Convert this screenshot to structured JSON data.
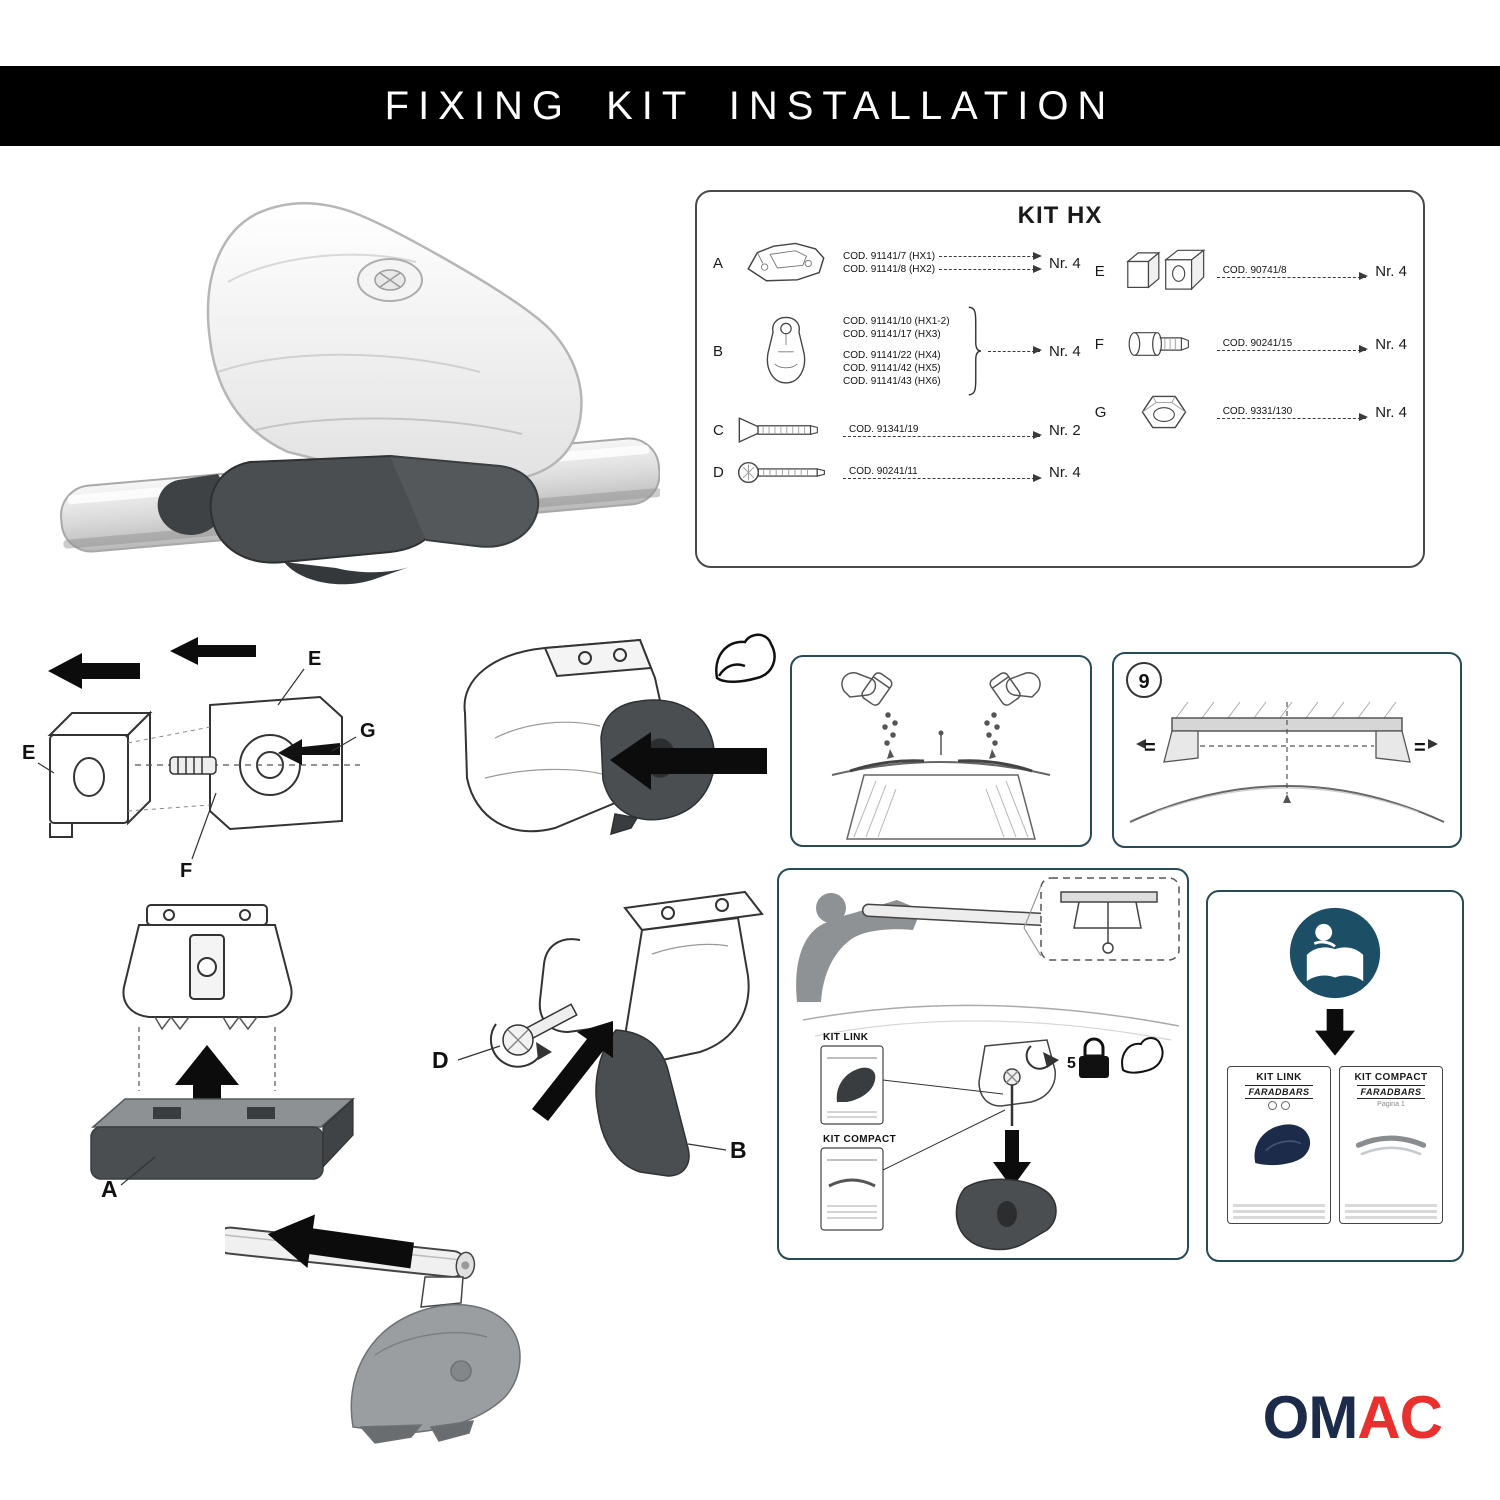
{
  "header": {
    "title": "FIXING KIT INSTALLATION"
  },
  "kit_box": {
    "title": "KIT HX",
    "parts": [
      {
        "letter": "A",
        "codes": [
          "COD. 91141/7  (HX1)",
          "COD. 91141/8  (HX2)"
        ],
        "qty": "Nr. 4"
      },
      {
        "letter": "B",
        "codes": [
          "COD. 91141/10 (HX1-2)",
          "COD. 91141/17 (HX3)",
          "COD. 91141/22 (HX4)",
          "COD. 91141/42 (HX5)",
          "COD. 91141/43 (HX6)"
        ],
        "qty": "Nr. 4"
      },
      {
        "letter": "C",
        "codes": [
          "COD. 91341/19"
        ],
        "qty": "Nr. 2"
      },
      {
        "letter": "D",
        "codes": [
          "COD. 90241/11"
        ],
        "qty": "Nr. 4"
      },
      {
        "letter": "E",
        "codes": [
          "COD. 90741/8"
        ],
        "qty": "Nr. 4"
      },
      {
        "letter": "F",
        "codes": [
          "COD. 90241/15"
        ],
        "qty": "Nr. 4"
      },
      {
        "letter": "G",
        "codes": [
          "COD. 9331/130"
        ],
        "qty": "Nr. 4"
      }
    ]
  },
  "diagrams": {
    "exploded": {
      "label_e_right": "E",
      "label_g": "G",
      "label_f": "F",
      "label_e_left": "E"
    },
    "step9": {
      "number": "9",
      "equals": "="
    },
    "foot_base": {
      "label_a": "A"
    },
    "foot_assembly": {
      "label_d": "D",
      "label_b": "B"
    }
  },
  "install": {
    "kit_link_label": "KIT LINK",
    "kit_compact_label": "KIT COMPACT",
    "torque_value": "5"
  },
  "manuals": {
    "kit_link_title": "KIT LINK",
    "kit_compact_title": "KIT COMPACT",
    "brand": "FARADBARS",
    "pagina": "Pagina 1"
  },
  "logo": {
    "om": "OM",
    "ac": "AC"
  },
  "colors": {
    "banner_bg": "#000000",
    "box_border": "#274b56",
    "manual_icon_blue": "#1c4e66",
    "logo_navy": "#1c2b4a",
    "logo_red": "#e8312e",
    "dark_gray": "#4b4e50",
    "mid_gray": "#9b9ea1"
  }
}
